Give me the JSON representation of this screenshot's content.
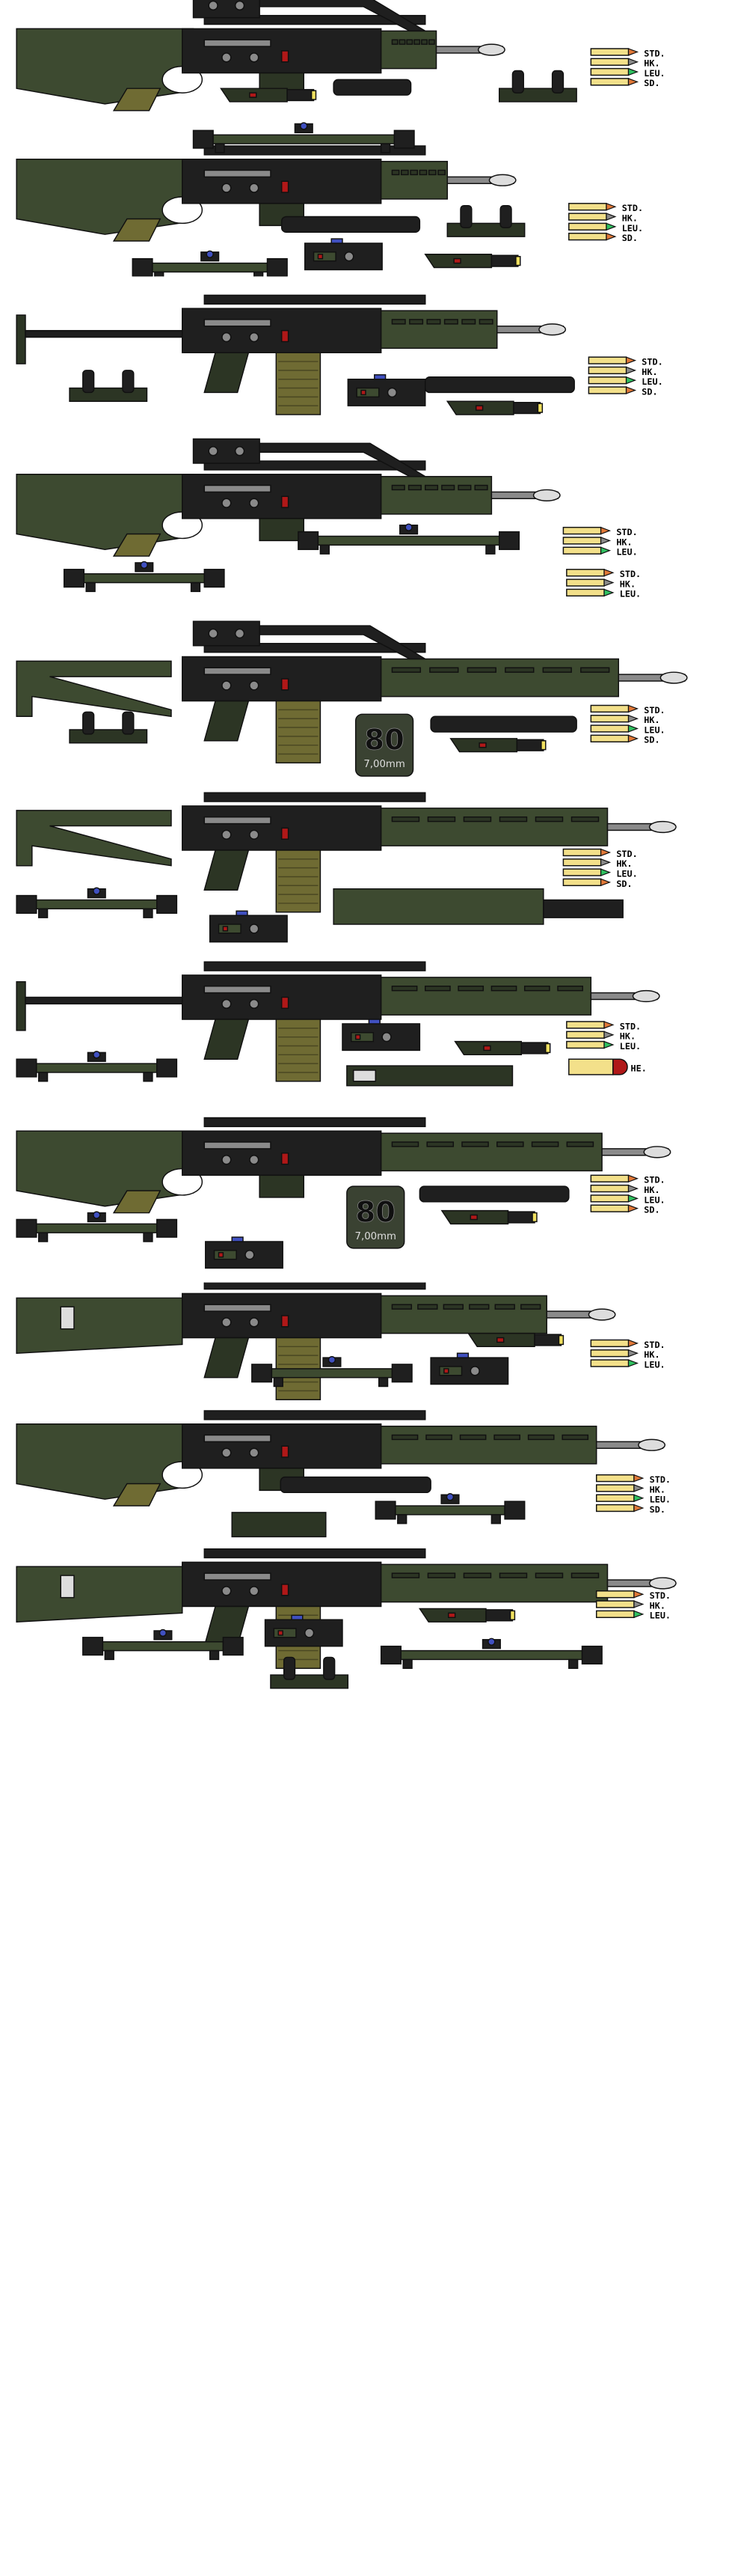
{
  "sheet": {
    "background": "#ffffff",
    "colors": {
      "olive": "#3d4a30",
      "olive_dark": "#2c3524",
      "black_metal": "#1f1f1f",
      "grey_metal": "#8a8a8a",
      "tan_mag": "#6f6b33",
      "ammo_brass": "#f3e08a",
      "tip_std": "#e07838",
      "tip_hk": "#8a8a8a",
      "tip_leu": "#30c060",
      "tip_sd": "#e07838",
      "he_red": "#b01818"
    }
  },
  "ammo_labels": {
    "std": "STD.",
    "hk": "HK.",
    "leu": "LEU.",
    "sd": "SD.",
    "he": "HE."
  },
  "magazine_box": {
    "count": "80",
    "caliber": "7,00mm"
  },
  "rows": [
    {
      "id": 1,
      "ammo": [
        "STD.",
        "HK.",
        "LEU.",
        "SD."
      ]
    },
    {
      "id": 2,
      "ammo": [
        "STD.",
        "HK.",
        "LEU.",
        "SD."
      ]
    },
    {
      "id": 3,
      "ammo": [
        "STD.",
        "HK.",
        "LEU.",
        "SD."
      ]
    },
    {
      "id": 4,
      "ammo": [
        "STD.",
        "HK.",
        "LEU."
      ],
      "ammo2": [
        "STD.",
        "HK.",
        "LEU."
      ]
    },
    {
      "id": 5,
      "ammo": [
        "STD.",
        "HK.",
        "LEU.",
        "SD."
      ],
      "mag_box": true
    },
    {
      "id": 6,
      "ammo": [
        "STD.",
        "HK.",
        "LEU.",
        "SD."
      ]
    },
    {
      "id": 7,
      "ammo": [
        "STD.",
        "HK.",
        "LEU."
      ],
      "he": "HE."
    },
    {
      "id": 8,
      "ammo": [
        "STD.",
        "HK.",
        "LEU.",
        "SD."
      ],
      "mag_box": true
    },
    {
      "id": 9,
      "ammo": [
        "STD.",
        "HK.",
        "LEU."
      ]
    },
    {
      "id": 10,
      "ammo": [
        "STD.",
        "HK.",
        "LEU.",
        "SD."
      ]
    },
    {
      "id": 11,
      "ammo": [
        "STD.",
        "HK.",
        "LEU."
      ]
    }
  ]
}
